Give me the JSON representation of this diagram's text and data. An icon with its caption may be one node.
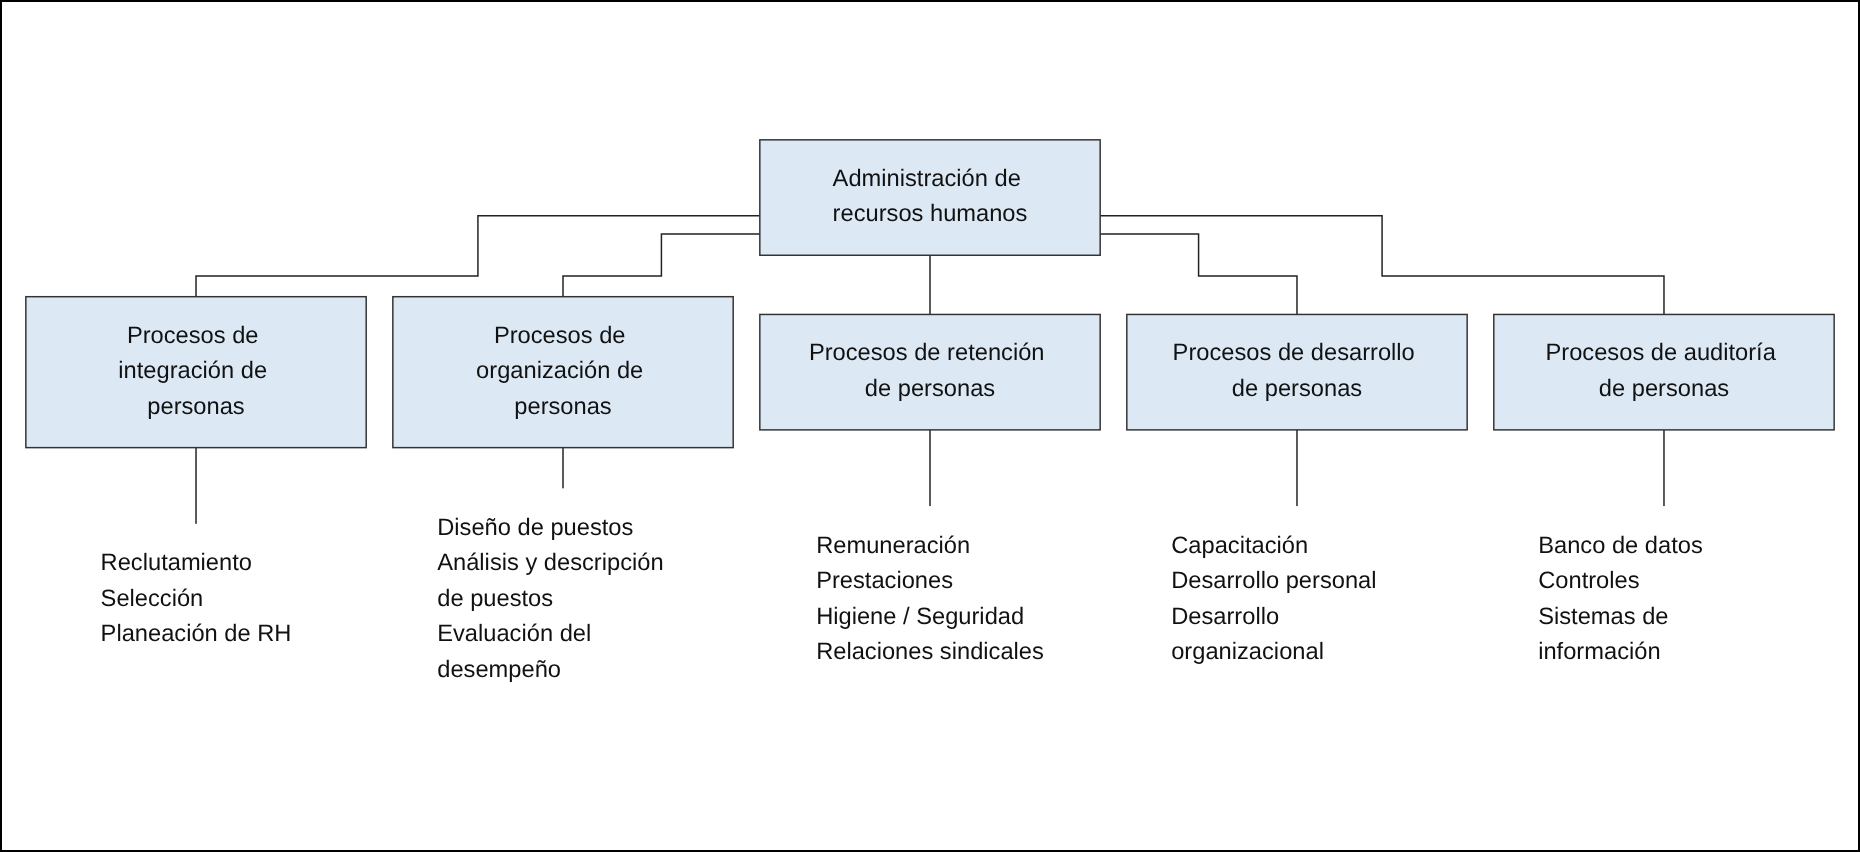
{
  "diagram": {
    "nodes": [
      {
        "text": [
          "Administración de recursos humanos"
        ]
      },
      {
        "text": [
          "Procesos de integración de personas"
        ]
      },
      {
        "text": [
          "Procesos de organización de personas"
        ]
      },
      {
        "text": [
          "Procesos de retención de personas"
        ]
      },
      {
        "text": [
          "Procesos de desarrollo de personas"
        ]
      },
      {
        "text": [
          "Procesos de auditoría de personas"
        ]
      },
      {
        "text": [
          "Reclutamiento",
          "Selección",
          "Planeación de RH"
        ]
      },
      {
        "text": [
          "Diseño de puestos",
          "Análisis y descripción de puestos",
          "Evaluación del desempeño"
        ]
      },
      {
        "text": [
          "Remuneración",
          "Prestaciones",
          "Higiene / Seguridad",
          "Relaciones sindicales"
        ]
      },
      {
        "text": [
          "Capacitación",
          "Desarrollo personal",
          "Desarrollo organizacional"
        ]
      },
      {
        "text": [
          "Banco de datos",
          "Controles",
          "Sistemas de información"
        ]
      }
    ],
    "edges": [
      {
        "from": 0,
        "to": 1,
        "arrow": "none"
      },
      {
        "from": 0,
        "to": 2,
        "arrow": "none"
      },
      {
        "from": 0,
        "to": 3,
        "arrow": "none"
      },
      {
        "from": 0,
        "to": 4,
        "arrow": "none"
      },
      {
        "from": 0,
        "to": 5,
        "arrow": "none"
      },
      {
        "from": 1,
        "to": 6,
        "arrow": "none"
      },
      {
        "from": 2,
        "to": 7,
        "arrow": "none"
      },
      {
        "from": 3,
        "to": 8,
        "arrow": "none"
      },
      {
        "from": 4,
        "to": 9,
        "arrow": "none"
      },
      {
        "from": 5,
        "to": 10,
        "arrow": "none"
      }
    ]
  }
}
